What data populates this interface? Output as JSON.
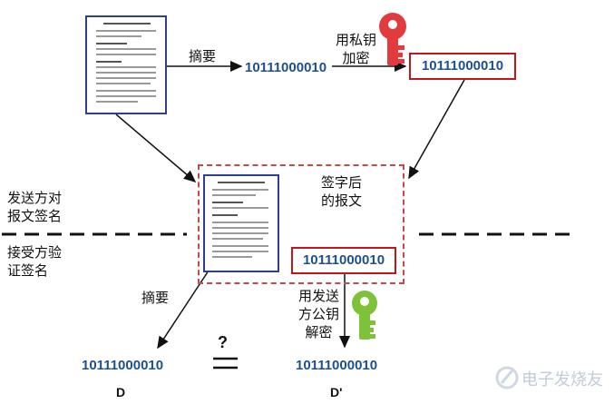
{
  "labels": {
    "digest_top": "摘要",
    "encrypt_private": [
      "用私钥",
      "加密"
    ],
    "signed_message": [
      "签字后",
      "的报文"
    ],
    "sender_sign": [
      "发送方对",
      "报文签名"
    ],
    "receiver_verify": [
      "接受方验",
      "证签名"
    ],
    "digest_bottom": "摘要",
    "decrypt_public": [
      "用发送",
      "方公钥",
      "解密"
    ],
    "question": "?",
    "equals": "=",
    "d": "D",
    "d_prime": "D'"
  },
  "bits": {
    "digest": "10111000010",
    "encrypted": "10111000010",
    "signed": "10111000010",
    "receiver_digest": "10111000010",
    "decrypted": "10111000010"
  },
  "watermark": "电子发烧友",
  "colors": {
    "doc_border": "#2e3f8f",
    "red_box": "#c0161c",
    "private_key": "#e23b3f",
    "public_key": "#7ec23a",
    "bits_text": "#1d4f91"
  }
}
